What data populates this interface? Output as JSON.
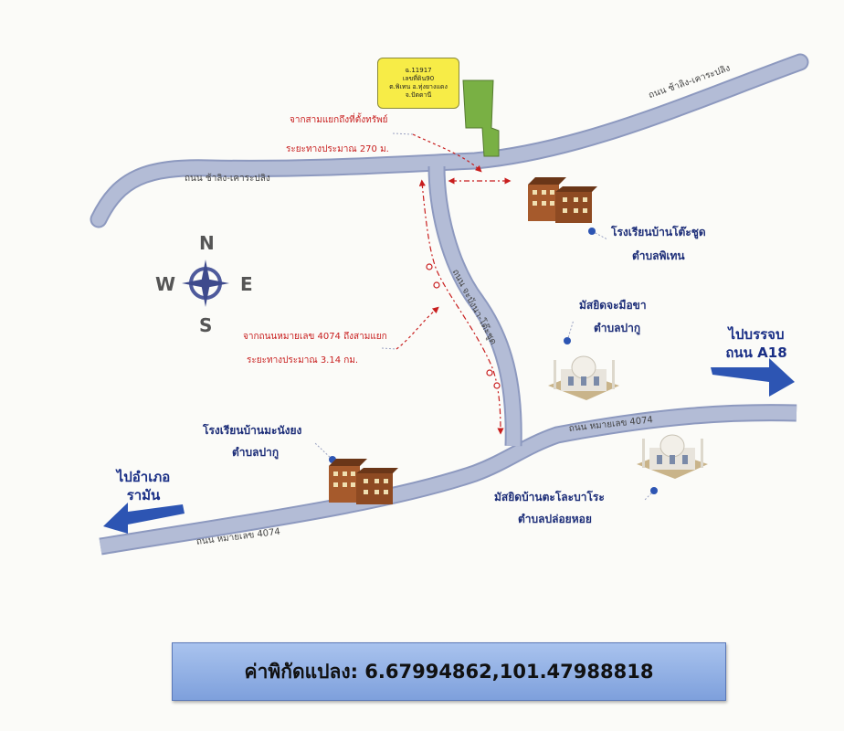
{
  "map": {
    "parcel_label": {
      "line1": "ฉ.11917",
      "line2": "เลขที่ดิน90",
      "line3": "ต.พิเทน อ.ทุ่งยางแดง",
      "line4": "จ.ปัตตานี"
    },
    "compass": {
      "north": "N",
      "south": "S",
      "east": "E",
      "west": "W"
    },
    "roads": {
      "top_left": "ถนน ช้าลิง-เคาระปลิง",
      "top_right": "ถนน ช้าลิง-เคาระปลิง",
      "vertical": "ถนน จะบังนา-โต๊ะชูด",
      "hw_east": "ถนน หมายเลข 4074",
      "hw_west": "ถนน หมายเลข 4074"
    },
    "distance_1": {
      "line1": "จากสามแยกถึงที่ตั้งทรัพย์",
      "line2": "ระยะทางประมาณ 270 ม."
    },
    "distance_2": {
      "line1": "จากถนนหมายเลข 4074 ถึงสามแยก",
      "line2": "ระยะทางประมาณ 3.14 กม."
    },
    "landmarks": {
      "school_1": {
        "name": "โรงเรียนบ้านโต๊ะชูด",
        "sub": "ตำบลพิเทน"
      },
      "mosque_1": {
        "name": "มัสยิดจะมือขา",
        "sub": "ตำบลปากู"
      },
      "school_2": {
        "name": "โรงเรียนบ้านมะนังยง",
        "sub": "ตำบลปากู"
      },
      "mosque_2": {
        "name": "มัสยิดบ้านตะโละบาโระ",
        "sub": "ตำบลปล่อยหอย"
      }
    },
    "direction_east": {
      "line1": "ไปบรรจบ",
      "line2": "ถนน A18"
    },
    "direction_west": {
      "line1": "ไปอำเภอ",
      "line2": "รามัน"
    }
  },
  "coordinates": "ค่าพิกัดแปลง: 6.67994862,101.47988818",
  "colors": {
    "road_fill": "#b3bcd6",
    "road_edge": "#8d99bf",
    "parcel": "#79b044",
    "callout": "#f7ec47",
    "label_blue": "#1c2d78",
    "dist_red": "#c81e1e",
    "arrow": "#2d55b3",
    "coord_box": "#8fb0e6"
  }
}
